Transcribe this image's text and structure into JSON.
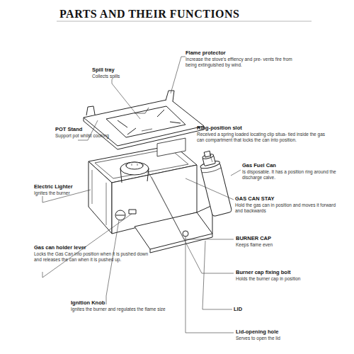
{
  "diagram": {
    "title": "PARTS AND THEIR FUNCTIONS",
    "labels": [
      "Flame protector",
      "Increase the stove's effiency and pre- vents fire from being extinguished by wind.",
      "Spill tray",
      "Collects spills",
      "POT Stand",
      "Support pot whilst cooking",
      "Ring-position slot",
      "Received a spring loaded locating clip situa- tied inside the gas can compartment that locks the can into position.",
      "Gas Fuel Can",
      "Is disposable. It has a position ring around the discharge calve.",
      "GAS CAN STAY",
      "Hold the gas can in position and moves it forward and backwards",
      "Electric Lighter",
      "Ignites the burner",
      "BURNER CAP",
      "Keeps flame even",
      "Burner cap fixing bolt",
      "Holds the burner cap in position",
      "Gas can holder lever",
      "Locks the Gas Can into position when it is pushed down and releases the can when it is pushed up.",
      "LID",
      "Ignition Knob",
      "Ignites the burner and regulates the flame size",
      "Lid-opening hole",
      "Serves to open the lid"
    ]
  }
}
